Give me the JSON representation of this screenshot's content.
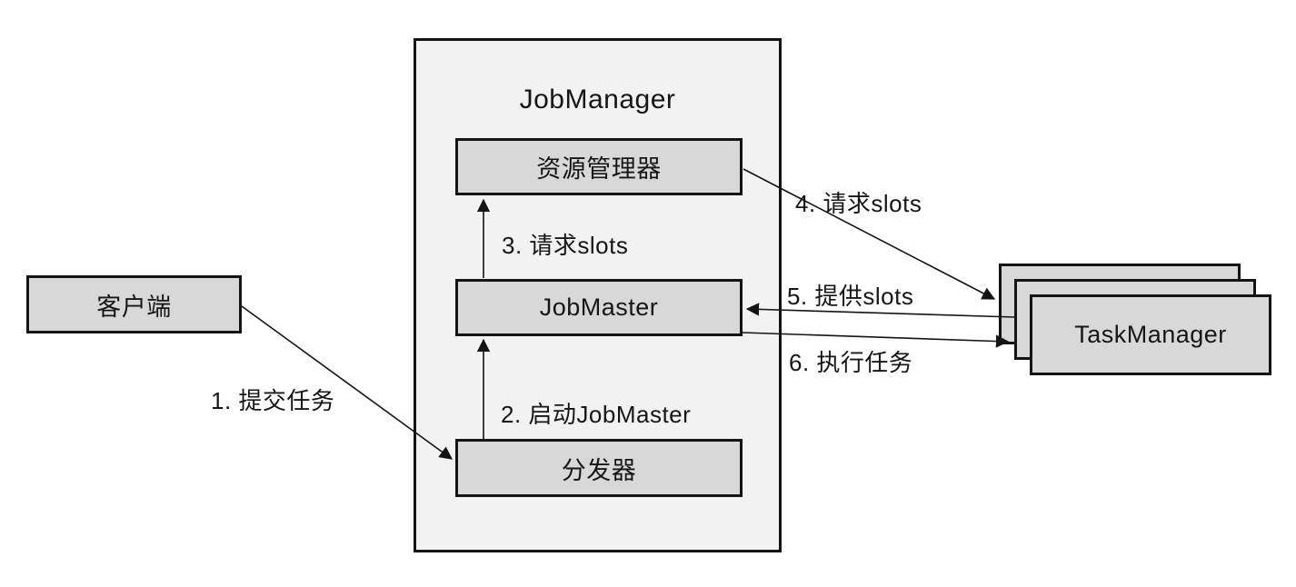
{
  "diagram": {
    "colors": {
      "background": "#ffffff",
      "outer_fill": "#f2f2f2",
      "node_fill": "#d8d8d8",
      "border": "#141414",
      "text": "#161616"
    },
    "container": {
      "title": "JobManager"
    },
    "nodes": {
      "client": {
        "label": "客户端"
      },
      "resource_manager": {
        "label": "资源管理器"
      },
      "job_master": {
        "label": "JobMaster"
      },
      "dispatcher": {
        "label": "分发器"
      },
      "task_manager": {
        "label": "TaskManager"
      }
    },
    "edges": [
      {
        "label": "1. 提交任务",
        "from": "client",
        "to": "dispatcher"
      },
      {
        "label": "2. 启动JobMaster",
        "from": "dispatcher",
        "to": "job_master"
      },
      {
        "label": "3. 请求slots",
        "from": "job_master",
        "to": "resource_manager"
      },
      {
        "label": "4. 请求slots",
        "from": "resource_manager",
        "to": "task_manager"
      },
      {
        "label": "5. 提供slots",
        "from": "task_manager",
        "to": "job_master"
      },
      {
        "label": "6. 执行任务",
        "from": "job_master",
        "to": "task_manager"
      }
    ]
  }
}
